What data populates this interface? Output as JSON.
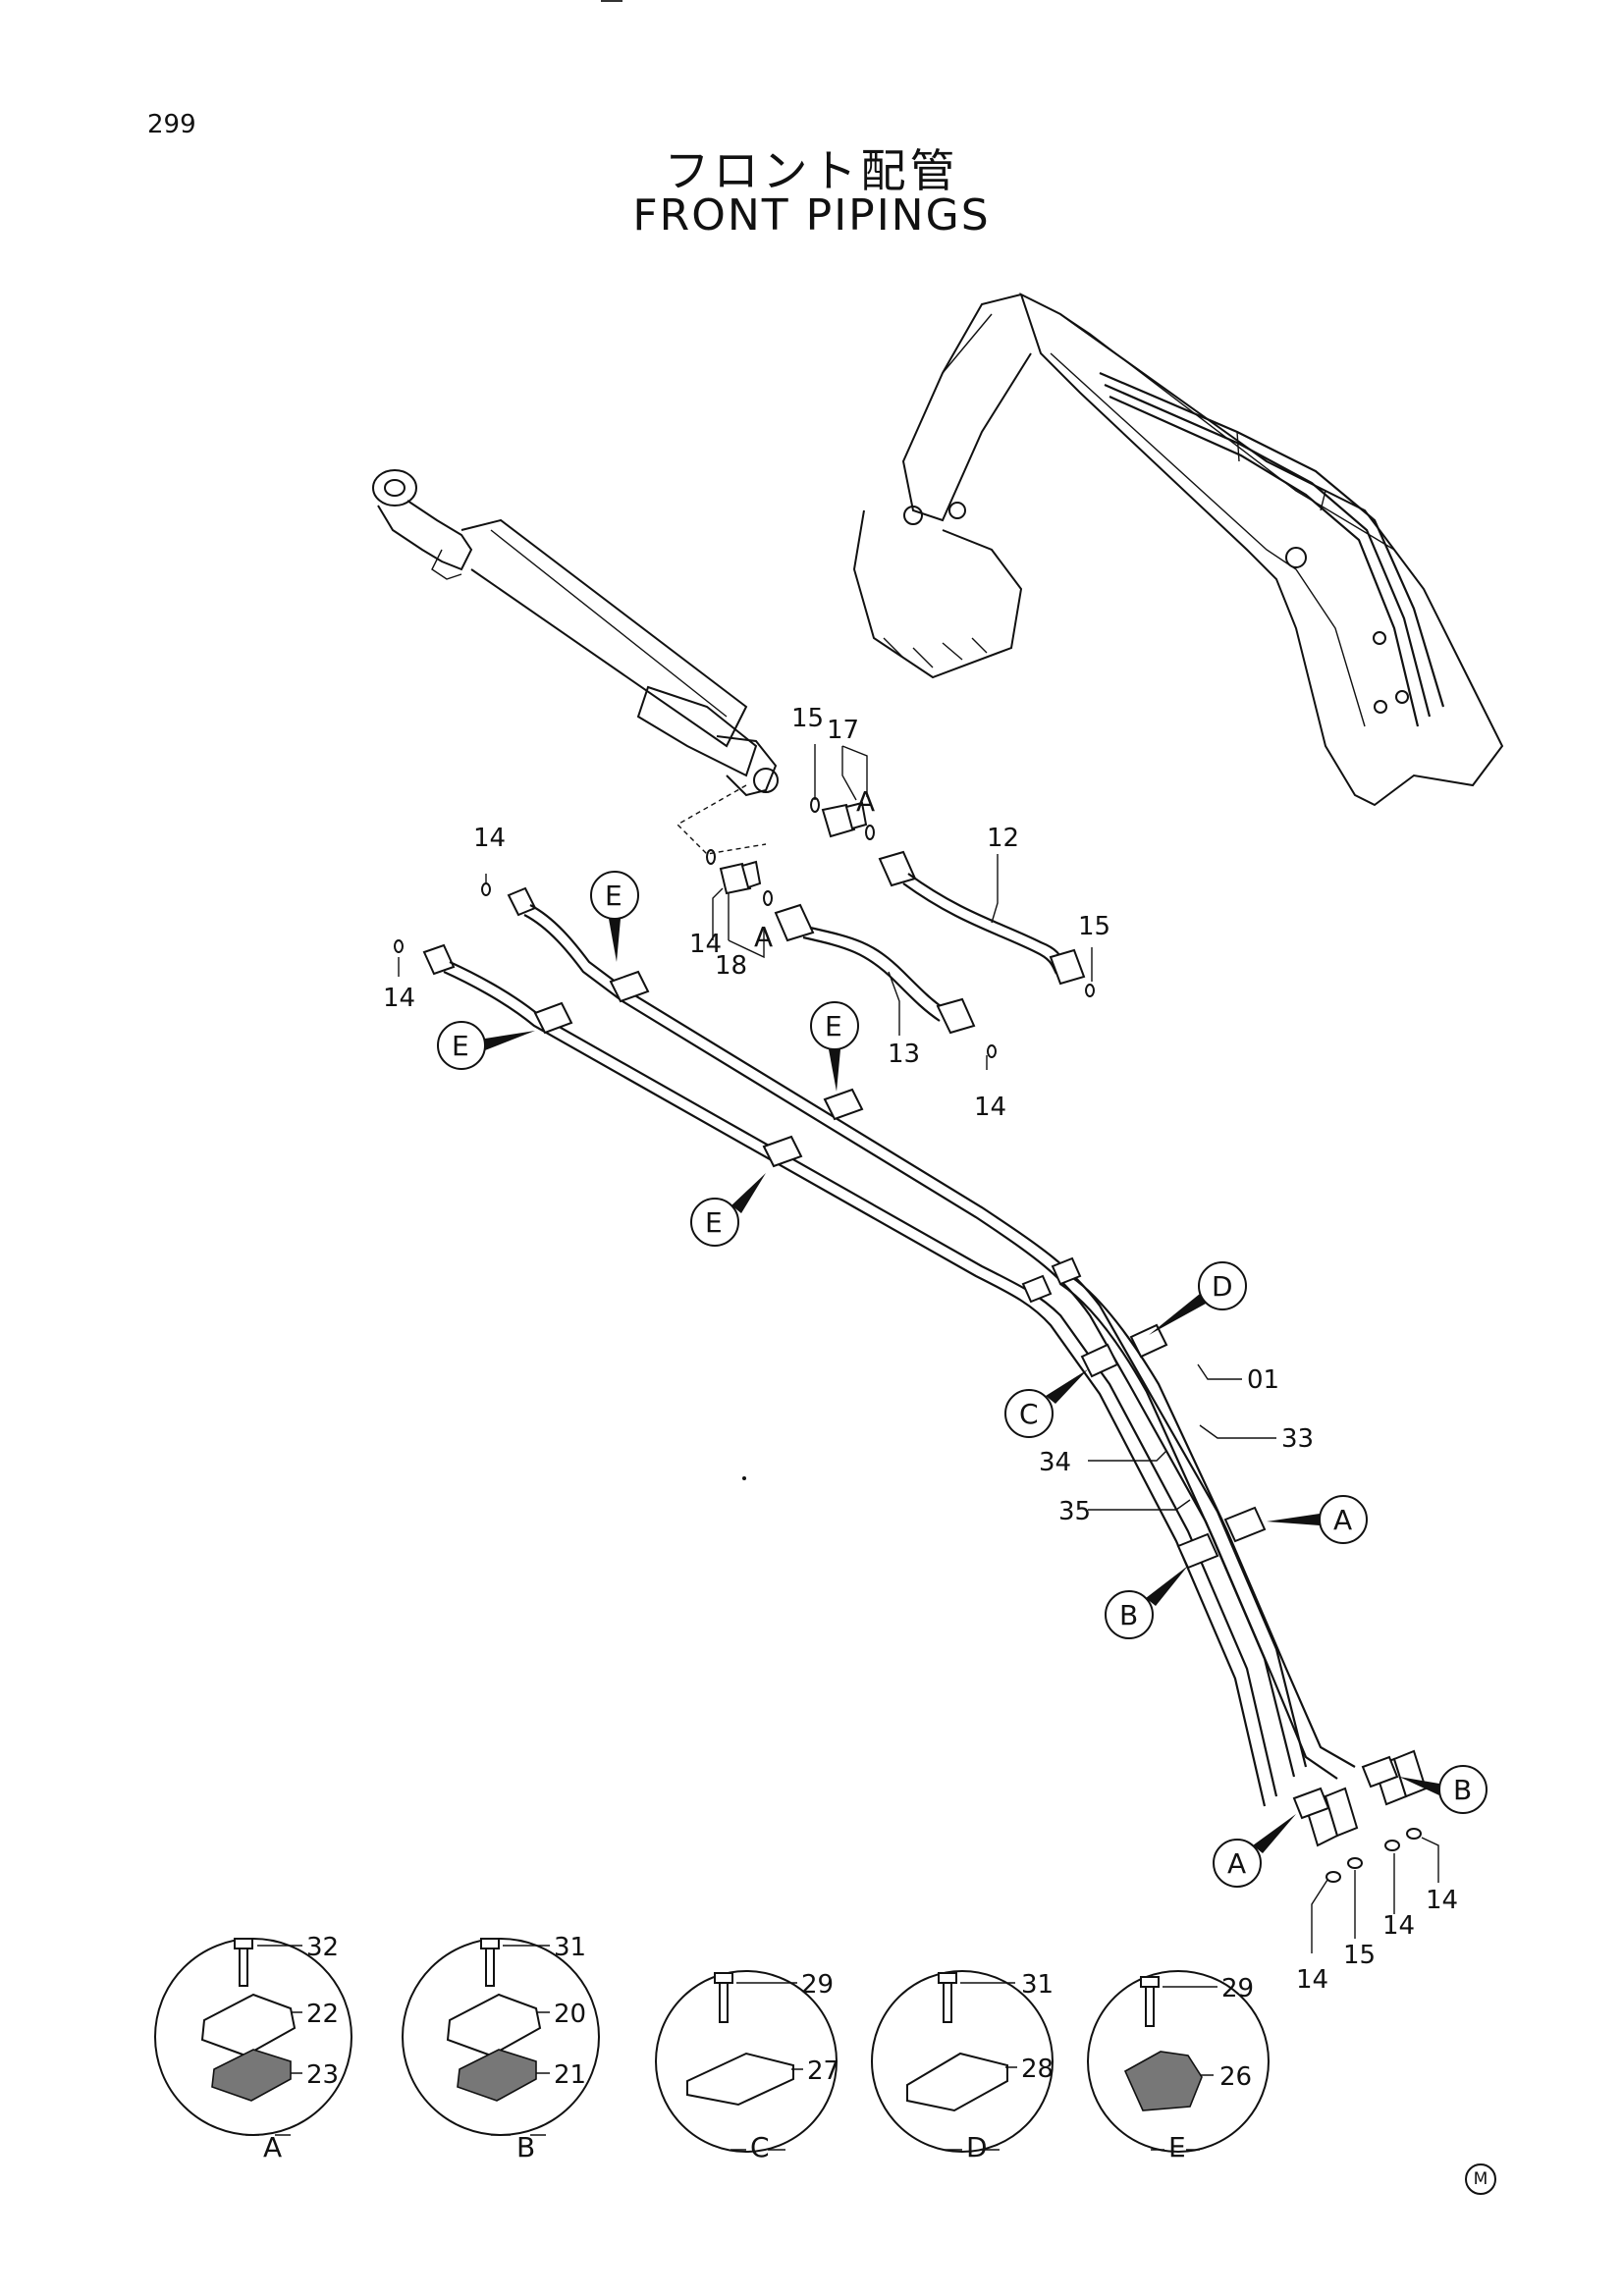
{
  "page": {
    "number": "299",
    "title_jp": "フロント配管",
    "title_en": "FRONT PIPINGS",
    "mark": "M"
  },
  "callouts": {
    "p01": "01",
    "p12": "12",
    "p13": "13",
    "p14": "14",
    "p15": "15",
    "p17": "17",
    "p18": "18",
    "p20": "20",
    "p21": "21",
    "p22": "22",
    "p23": "23",
    "p26": "26",
    "p27": "27",
    "p28": "28",
    "p29": "29",
    "p31": "31",
    "p32": "32",
    "p33": "33",
    "p34": "34",
    "p35": "35"
  },
  "refs": {
    "A": "A",
    "B": "B",
    "C": "C",
    "D": "D",
    "E": "E"
  }
}
